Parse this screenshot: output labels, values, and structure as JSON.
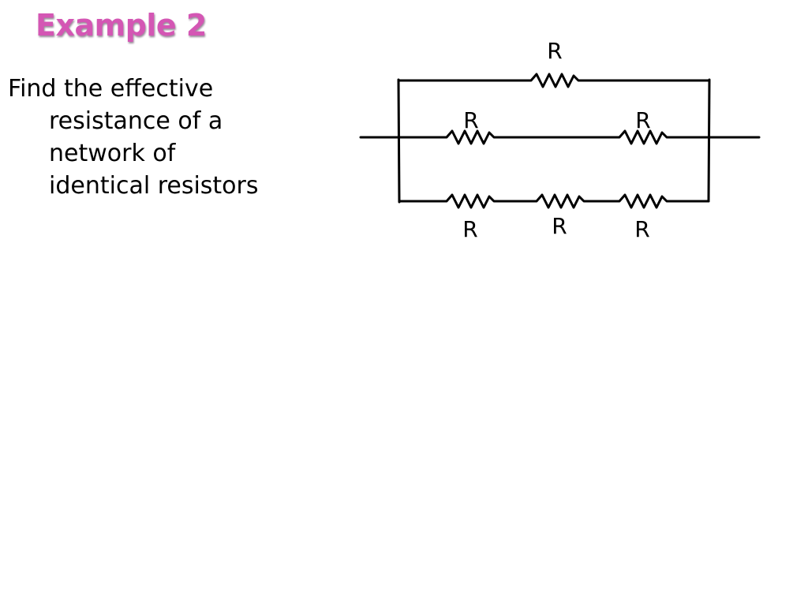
{
  "slide": {
    "title": "Example 2",
    "problem_lines": [
      "Find the effective",
      "resistance of a",
      "network of",
      "identical resistors"
    ]
  },
  "circuit": {
    "resistor_label": "R",
    "branches": [
      {
        "name": "top",
        "resistors": 1
      },
      {
        "name": "middle",
        "resistors": 2
      },
      {
        "name": "bottom",
        "resistors": 3
      }
    ],
    "wire_color": "#000000"
  },
  "colors": {
    "title": "#d456b4",
    "text": "#000000",
    "background": "#ffffff"
  }
}
